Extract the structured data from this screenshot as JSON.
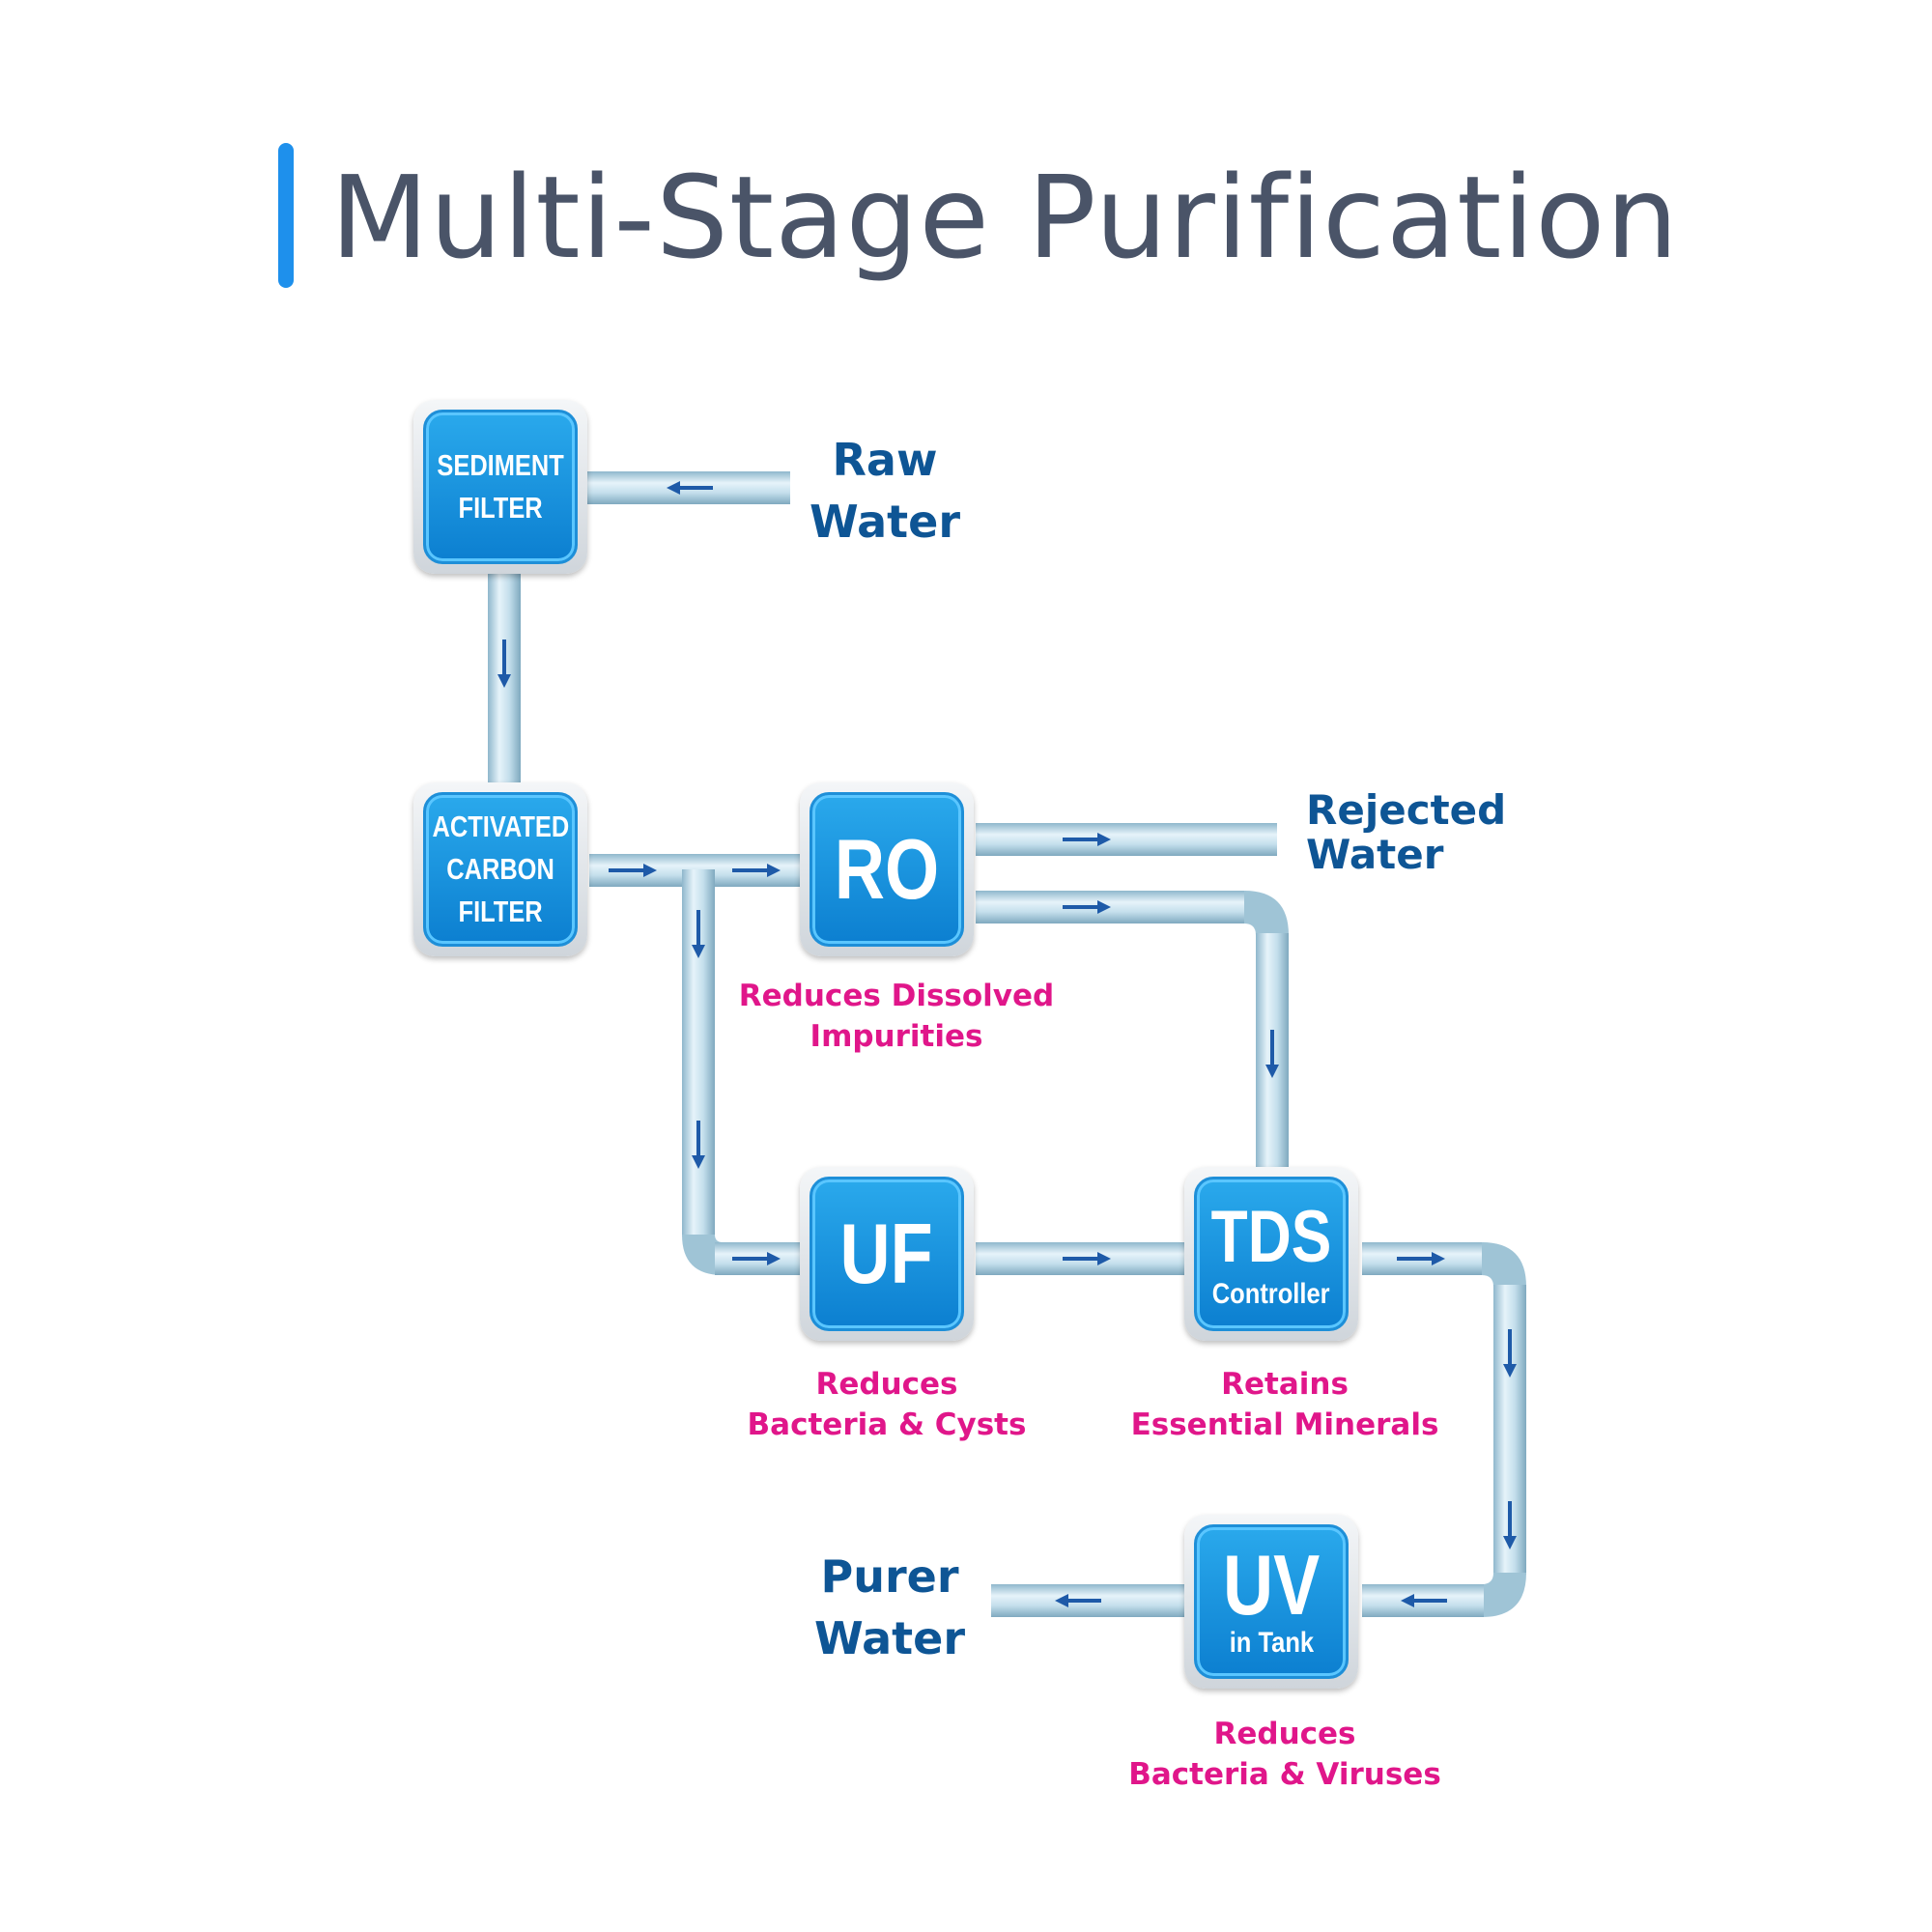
{
  "title": "Multi-Stage Purification",
  "stages": {
    "sediment": {
      "line1": "SEDIMENT",
      "line2": "FILTER"
    },
    "carbon": {
      "line1": "ACTIVATED",
      "line2": "CARBON",
      "line3": "FILTER"
    },
    "ro": {
      "label": "RO",
      "description_line1": "Reduces Dissolved",
      "description_line2": "Impurities"
    },
    "uf": {
      "label": "UF",
      "description_line1": "Reduces",
      "description_line2": "Bacteria & Cysts"
    },
    "tds": {
      "label": "TDS",
      "sublabel": "Controller",
      "description_line1": "Retains",
      "description_line2": "Essential Minerals"
    },
    "uv": {
      "label": "UV",
      "sublabel": "in Tank",
      "description_line1": "Reduces",
      "description_line2": "Bacteria & Viruses"
    }
  },
  "flow_labels": {
    "raw_water": {
      "line1": "Raw",
      "line2": "Water"
    },
    "rejected_water": {
      "line1": "Rejected",
      "line2": "Water"
    },
    "purer_water": {
      "line1": "Purer",
      "line2": "Water"
    }
  },
  "colors": {
    "title_text": "#4a5468",
    "title_accent": "#1e90ec",
    "stage_fill": "#0c7fd0",
    "flow_label": "#0e5595",
    "description": "#e0168a",
    "pipe": "#b8d6e6",
    "arrow": "#1e5aa8"
  }
}
